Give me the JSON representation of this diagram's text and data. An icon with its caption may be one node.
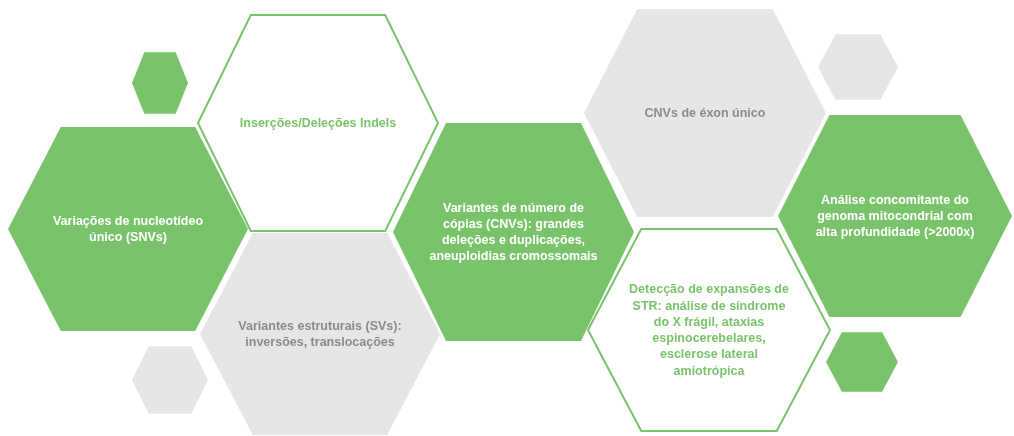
{
  "diagram": {
    "nodes": [
      {
        "text": [
          "Variações de nucleotídeo único (SNVs)"
        ]
      },
      {
        "text": [],
        "shape": "hexagon"
      },
      {
        "text": [
          "Inserções/Deleções Indels"
        ]
      },
      {
        "text": [
          "Variantes estruturais (SVs): inversões, translocações"
        ]
      },
      {
        "text": [],
        "shape": "hexagon"
      },
      {
        "text": [
          "Variantes de número de cópias (CNVs): grandes deleções e duplicações, aneuploidias cromossomais"
        ]
      },
      {
        "text": [
          "CNVs de éxon único"
        ]
      },
      {
        "text": [
          "Detecção de expansões de STR: análise de síndrome do X frágil, ataxias espinocerebelares, esclerose lateral amiotrópica"
        ]
      },
      {
        "text": [],
        "shape": "hexagon"
      },
      {
        "text": [
          "Análise concomitante do genoma mitocondrial com alta profundidade (>2000x)"
        ]
      },
      {
        "text": [],
        "shape": "hexagon"
      }
    ]
  }
}
